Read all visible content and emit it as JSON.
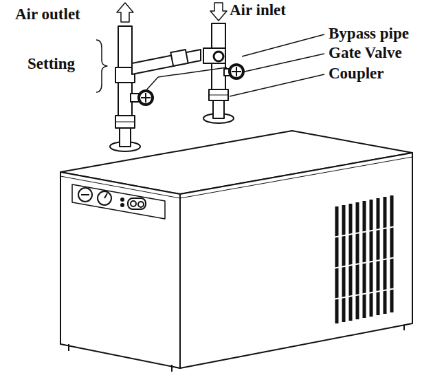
{
  "diagram": {
    "labels": [
      "Air outlet",
      "Air inlet",
      "Bypass pipe",
      "Gate Valve",
      "Coupler",
      "Setting"
    ]
  }
}
